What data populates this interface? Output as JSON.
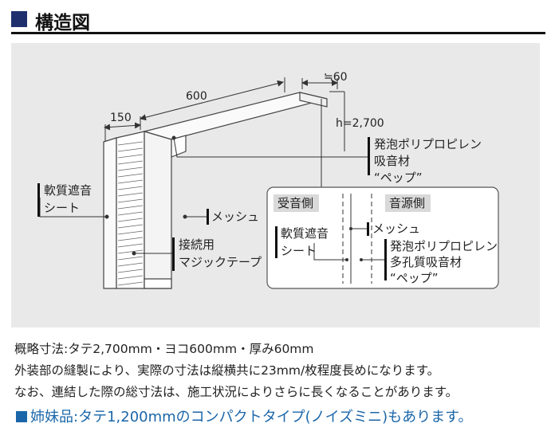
{
  "header": {
    "title": "構造図"
  },
  "diagram": {
    "dim_600": "600",
    "dim_150": "150",
    "dim_60": "≒60",
    "dim_h": "h=2,700",
    "label_ppp": [
      "発泡ポリプロピレン",
      "吸音材",
      "“ペップ”"
    ],
    "label_sheet": [
      "軟質遮音",
      "シート"
    ],
    "label_mesh": "メッシュ",
    "label_velcro": [
      "接続用",
      "マジックテープ"
    ],
    "inset": {
      "receive_side": "受音側",
      "source_side": "音源側",
      "sheet": [
        "軟質遮音",
        "シート"
      ],
      "mesh": "メッシュ",
      "ppp": [
        "発泡ポリプロピレン",
        "多孔質吸音材",
        "“ペップ”"
      ]
    }
  },
  "description": {
    "line1": "概略寸法:タテ2,700mm・ヨコ600mm・厚み60mm",
    "line2": "外装部の縫製により、実際の寸法は縦横共に23mm/枚程度長めになります。",
    "line3": "なお、連結した際の総寸法は、施工状況によりさらに長くなることがあります。"
  },
  "note": "姉妹品:タテ1,200mmのコンパクトタイプ(ノイズミニ)もあります。",
  "colors": {
    "accent_navy": "#1f2f6e",
    "accent_blue": "#1b66a9",
    "panel_bg": "#e9e9ea"
  }
}
